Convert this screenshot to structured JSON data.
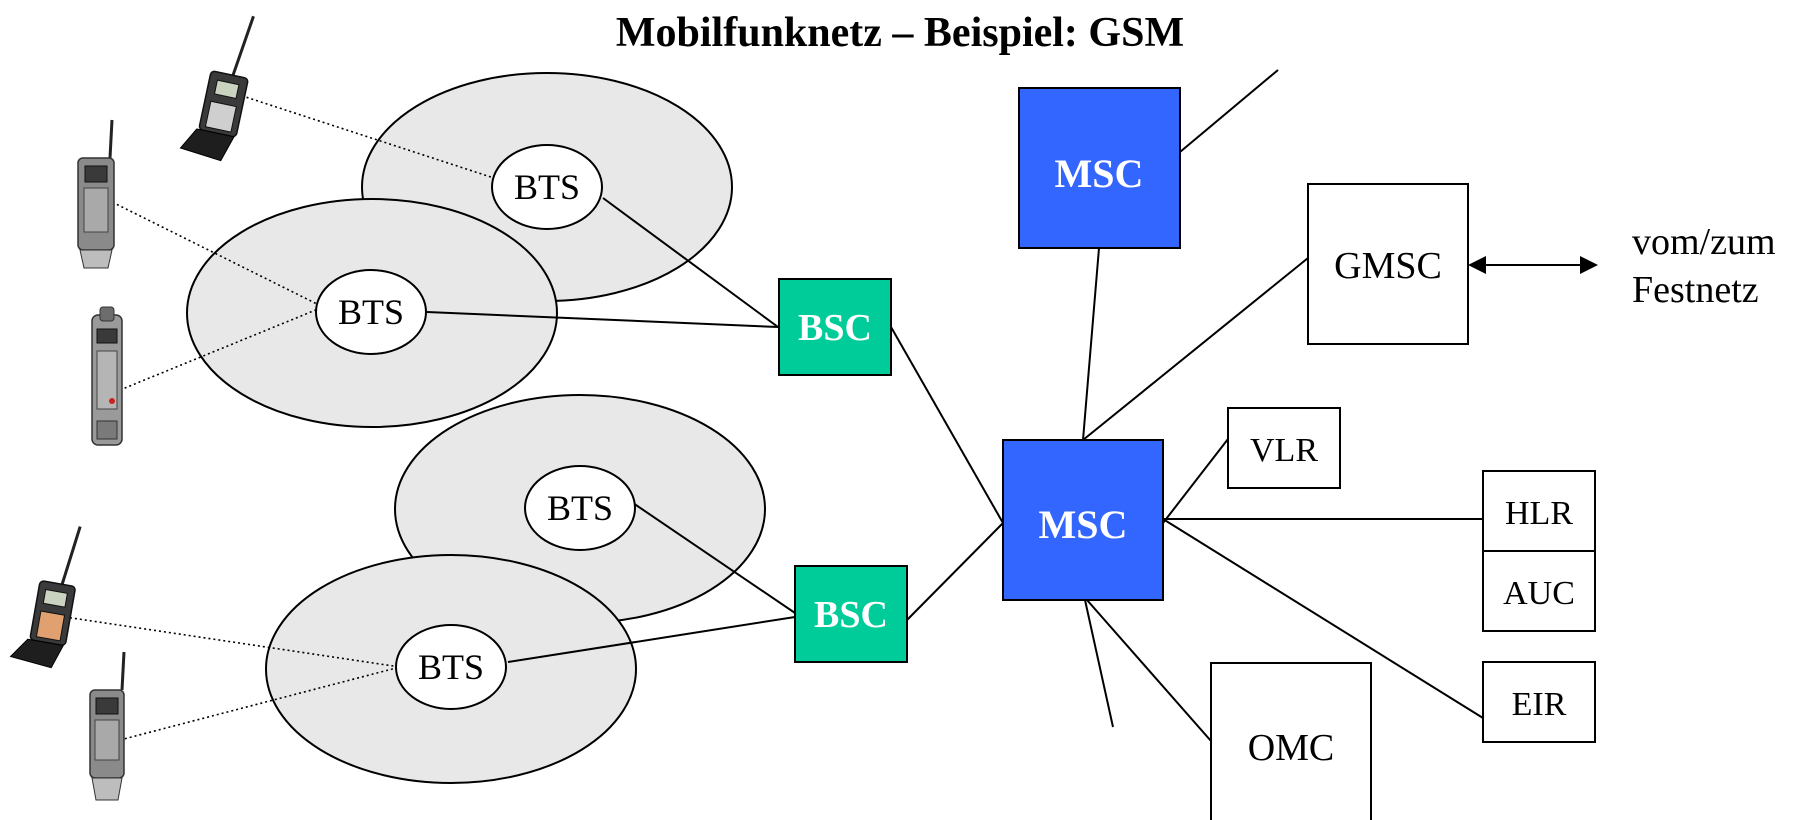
{
  "title": "Mobilfunknetz – Beispiel: GSM",
  "nodes": {
    "bts_1": "BTS",
    "bts_2": "BTS",
    "bts_3": "BTS",
    "bts_4": "BTS",
    "bsc_top": "BSC",
    "bsc_bottom": "BSC",
    "msc_top": "MSC",
    "msc_main": "MSC",
    "gmsc": "GMSC",
    "vlr": "VLR",
    "hlr": "HLR",
    "auc": "AUC",
    "eir": "EIR",
    "omc": "OMC"
  },
  "external": {
    "line1": "vom/zum",
    "line2": "Festnetz"
  },
  "colors": {
    "msc": "#3366ff",
    "bsc": "#00cc99",
    "cell": "#e8e8e8"
  }
}
